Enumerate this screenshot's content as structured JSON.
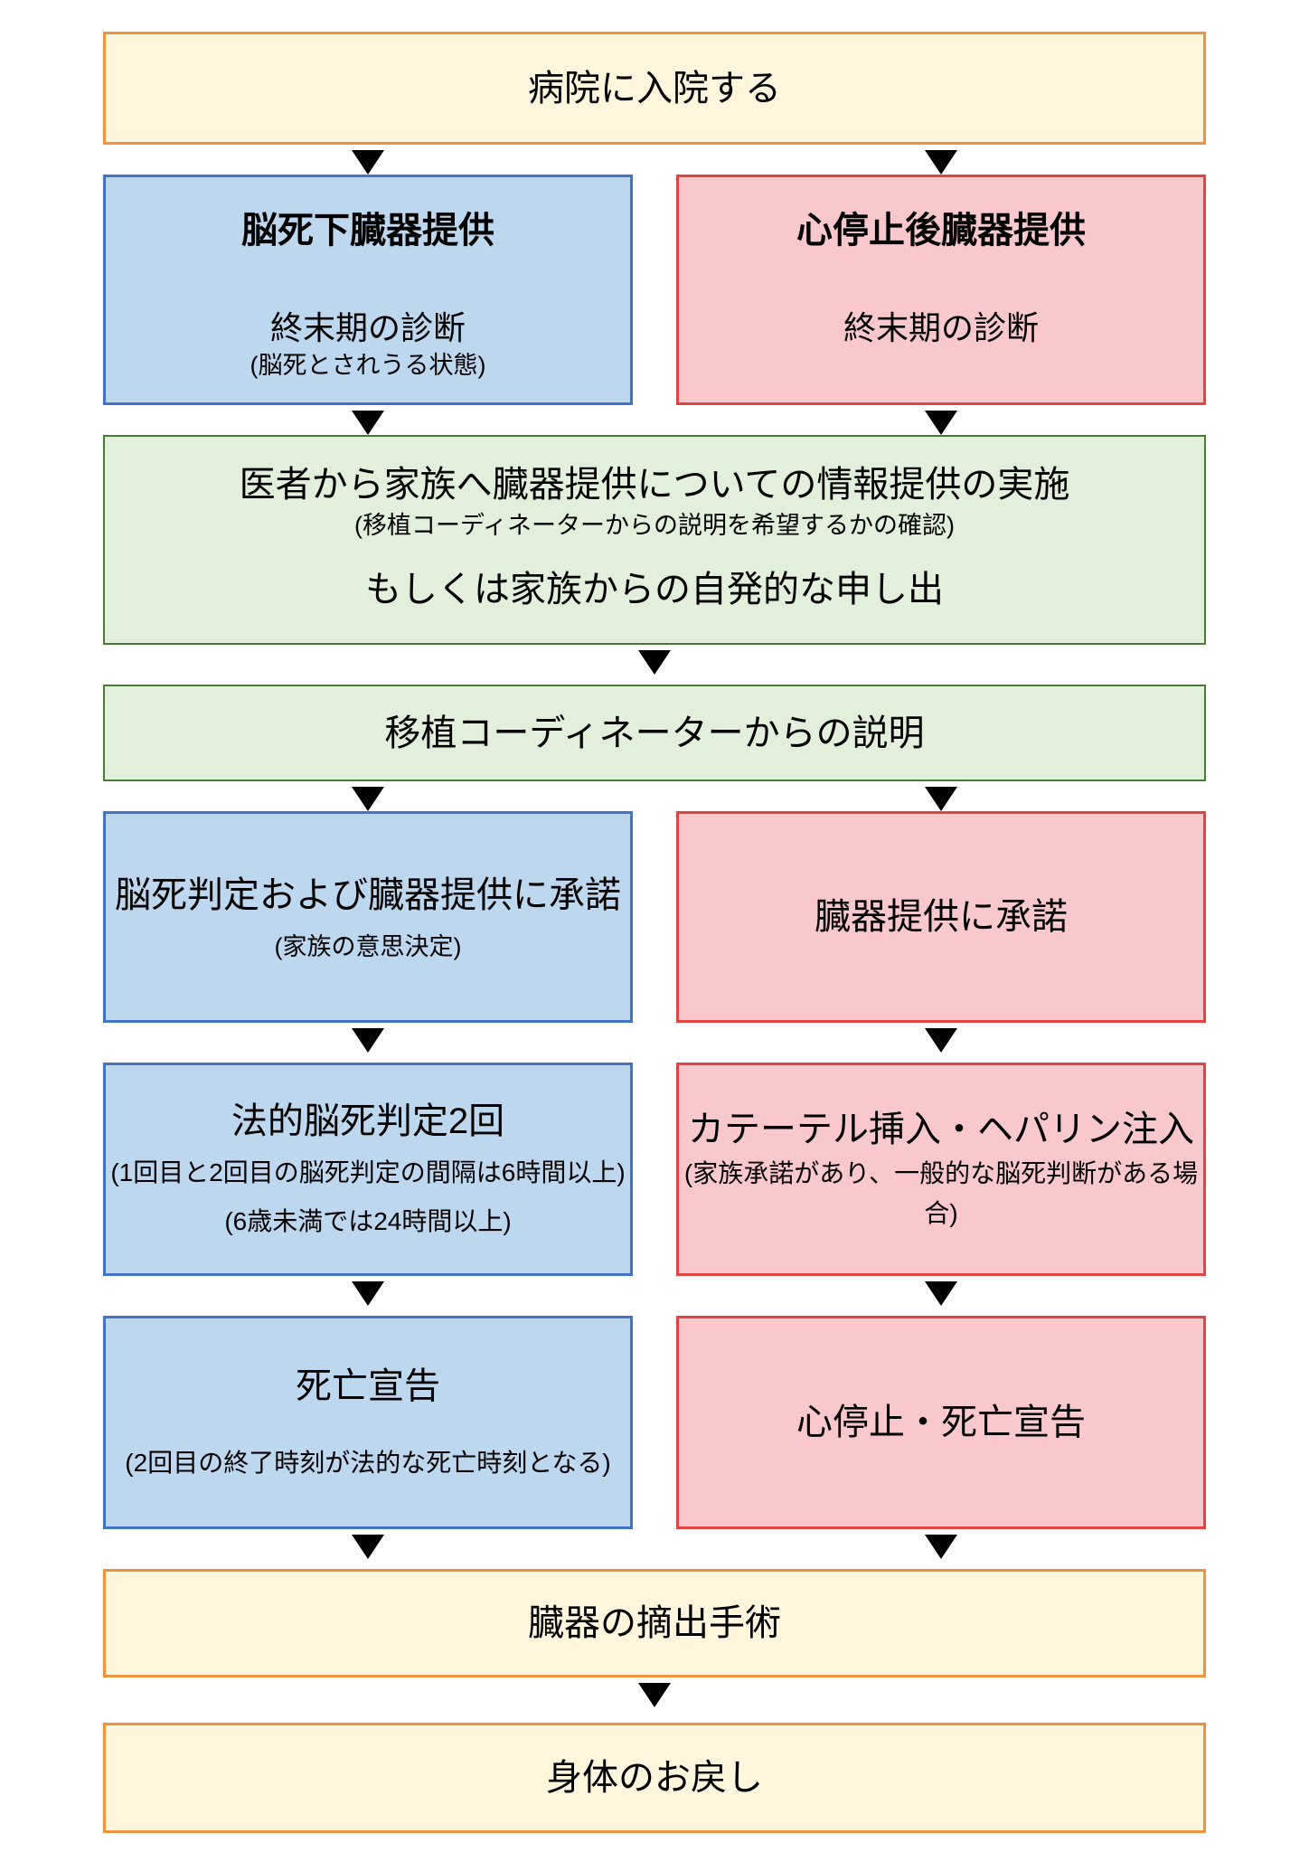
{
  "colors": {
    "yellow_fill": "#fdf5dc",
    "yellow_border": "#f0923b",
    "blue_fill": "#bdd7ee",
    "blue_border": "#4472c4",
    "pink_fill": "#f9c8cd",
    "pink_border": "#e24444",
    "green_fill": "#e2efda",
    "green_border": "#4a7a38",
    "arrow": "#000000",
    "text": "#000000",
    "background": "#ffffff"
  },
  "flow": {
    "admission": {
      "label": "病院に入院する"
    },
    "row1": {
      "left": {
        "title": "脳死下臓器提供",
        "subtitle": "終末期の診断",
        "note": "(脳死とされうる状態)"
      },
      "right": {
        "title": "心停止後臓器提供",
        "subtitle": "終末期の診断"
      }
    },
    "info": {
      "line1": "医者から家族へ臓器提供についての情報提供の実施",
      "note": "(移植コーディネーターからの説明を希望するかの確認)",
      "line2": "もしくは家族からの自発的な申し出"
    },
    "coordinator": {
      "label": "移植コーディネーターからの説明"
    },
    "consent": {
      "left": {
        "title": "脳死判定および臓器提供に承諾",
        "note": "(家族の意思決定)"
      },
      "right": {
        "title": "臓器提供に承諾"
      }
    },
    "judgment": {
      "left": {
        "title": "法的脳死判定2回",
        "note1": "(1回目と2回目の脳死判定の間隔は6時間以上)",
        "note2": "(6歳未満では24時間以上)"
      },
      "right": {
        "title": "カテーテル挿入・ヘパリン注入",
        "note": "(家族承諾があり、一般的な脳死判断がある場合)"
      }
    },
    "death": {
      "left": {
        "title": "死亡宣告",
        "note": "(2回目の終了時刻が法的な死亡時刻となる)"
      },
      "right": {
        "title": "心停止・死亡宣告"
      }
    },
    "removal": {
      "label": "臓器の摘出手術"
    },
    "return": {
      "label": "身体のお戻し"
    }
  }
}
